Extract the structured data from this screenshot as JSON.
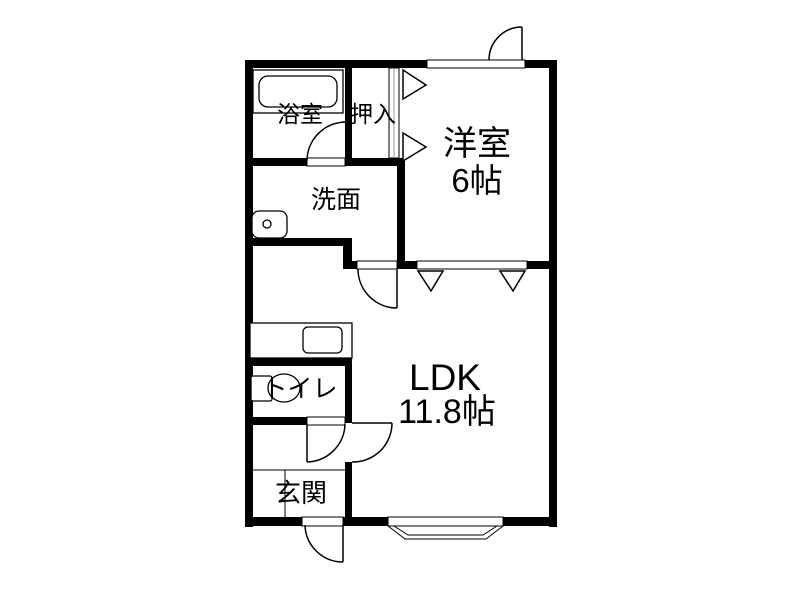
{
  "meta": {
    "diagram_type": "japanese-apartment-floor-plan",
    "background_color": "#ffffff",
    "wall_color": "#000000",
    "line_color": "#000000"
  },
  "rooms": {
    "bathroom": {
      "label": "浴室"
    },
    "closet": {
      "label": "押入"
    },
    "western_room": {
      "label": "洋室",
      "size": "6帖"
    },
    "washroom": {
      "label": "洗面"
    },
    "toilet": {
      "label": "トイレ"
    },
    "ldk": {
      "label": "LDK",
      "size": "11.8帖"
    },
    "entrance": {
      "label": "玄関"
    }
  },
  "fixtures": {
    "bathtub": "bathtub",
    "washbasin": "washbasin",
    "toilet_bowl": "toilet-bowl",
    "kitchen_counter": "kitchen-counter",
    "kitchen_sink": "kitchen-sink",
    "bay_window": "bay-window"
  }
}
